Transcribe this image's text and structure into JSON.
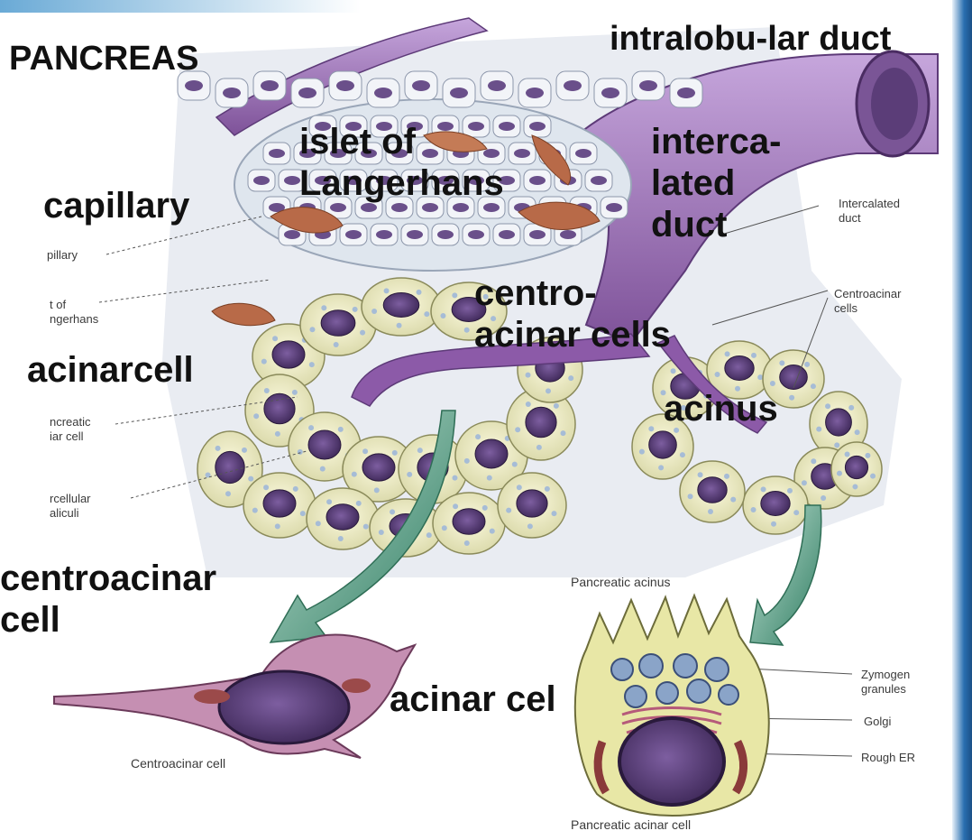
{
  "overlay_labels": {
    "pancreas": "PANCREAS",
    "intralobular_duct": "intralobu-lar duct",
    "islet": "islet of\nLangerhans",
    "intercalated_duct": "interca-\nlated\nduct",
    "capillary": "capillary",
    "centroacinar_cells": "centro-\nacinar cells",
    "acinarcell": "acinarcell",
    "acinus": "acinus",
    "centroacinar_cell": "centroacinar\ncell",
    "acinar_cel": "acinar cel"
  },
  "book_labels": {
    "capillary_partial": "pillary",
    "islet_partial": "t of\nngerhans",
    "acinar_cell_partial": "ncreatic\niar cell",
    "canaliculi_partial": "rcellular\naliculi",
    "intercalated_duct": "Intercalated\nduct",
    "centroacinar_cells": "Centroacinar\ncells",
    "zymogen": "Zymogen\ngranules",
    "golgi": "Golgi",
    "rough_er": "Rough ER"
  },
  "captions": {
    "pancreatic_acinus": "Pancreatic acinus",
    "centroacinar_cell": "Centroacinar cell",
    "pancreatic_acinar_cell": "Pancreatic acinar cell"
  },
  "colors": {
    "cytoplasm": "#f4f0c8",
    "nucleus": "#5a3d7a",
    "duct": "#9a6bb8",
    "islet": "#dfe6ee",
    "capillary": "#b86a48",
    "arrow": "#3d8a6e"
  }
}
